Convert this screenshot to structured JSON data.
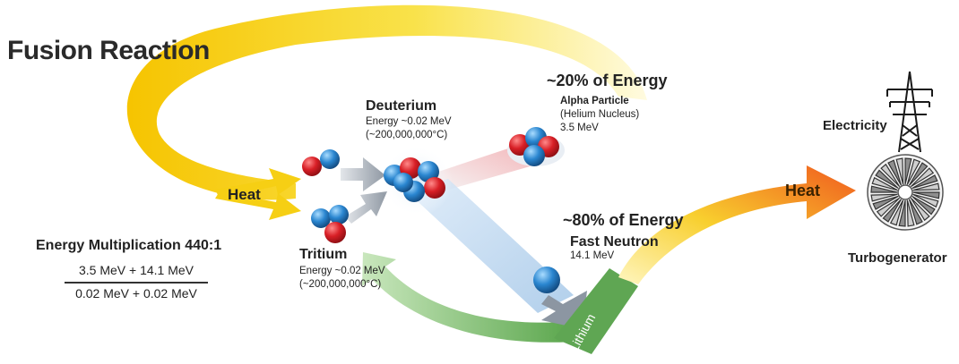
{
  "title": "Fusion Reaction",
  "heat_left": "Heat",
  "heat_right": "Heat",
  "deuterium": {
    "name": "Deuterium",
    "energy": "Energy ~0.02 MeV",
    "temp": "(~200,000,000°C)"
  },
  "tritium": {
    "name": "Tritium",
    "energy": "Energy ~0.02 MeV",
    "temp": "(~200,000,000°C)"
  },
  "alpha": {
    "share": "~20% of Energy",
    "name": "Alpha Particle",
    "sub": "(Helium Nucleus)",
    "energy": "3.5 MeV"
  },
  "neutron": {
    "share": "~80% of Energy",
    "name": "Fast Neutron",
    "energy": "14.1 MeV"
  },
  "lithium": "Lithium",
  "electricity": "Electricity",
  "turbogenerator": "Turbogenerator",
  "multiplication": {
    "label": "Energy Multiplication 440:1",
    "numerator": "3.5 MeV + 14.1 MeV",
    "denominator": "0.02 MeV + 0.02 MeV"
  },
  "colors": {
    "proton": "#d81f26",
    "neutron": "#2a86d0",
    "heat_yellow": "#f7d21b",
    "heat_orange": "#f47a20",
    "blanket_green": "#6cae5c"
  }
}
